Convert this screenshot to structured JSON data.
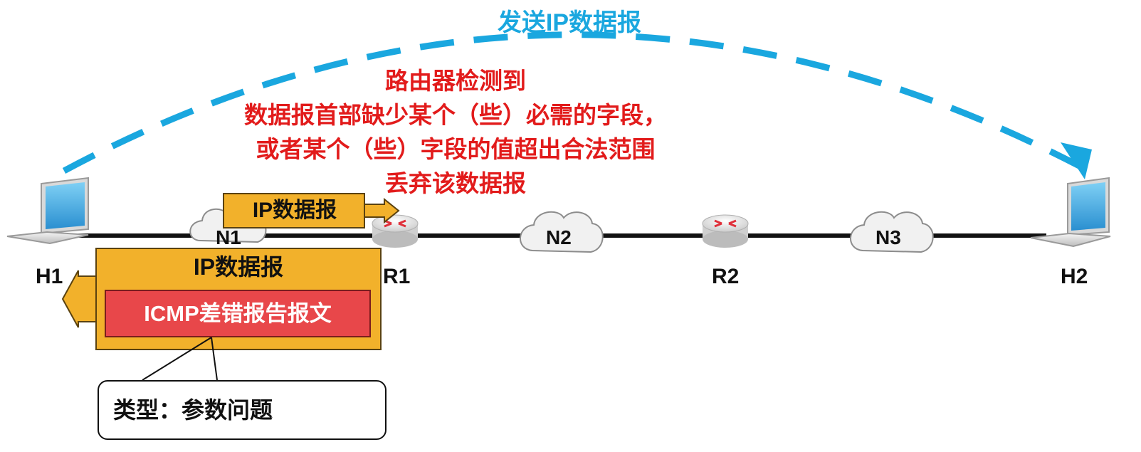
{
  "banner": "发送IP数据报",
  "note": {
    "line1": "路由器检测到",
    "line2": "数据报首部缺少某个（些）必需的字段，",
    "line3": "或者某个（些）字段的值超出合法范围",
    "line4": "丢弃该数据报"
  },
  "nodes": {
    "h1": "H1",
    "r1": "R1",
    "r2": "R2",
    "h2": "H2"
  },
  "networks": {
    "n1": "N1",
    "n2": "N2",
    "n3": "N3"
  },
  "packet_forward": "IP数据报",
  "packet_return": "IP数据报",
  "icmp_message": "ICMP差错报告报文",
  "callout": "类型：参数问题",
  "colors": {
    "banner": "#1aa7df",
    "note": "#e21b1b",
    "packet": "#f2b12b",
    "icmp": "#e8474a"
  }
}
